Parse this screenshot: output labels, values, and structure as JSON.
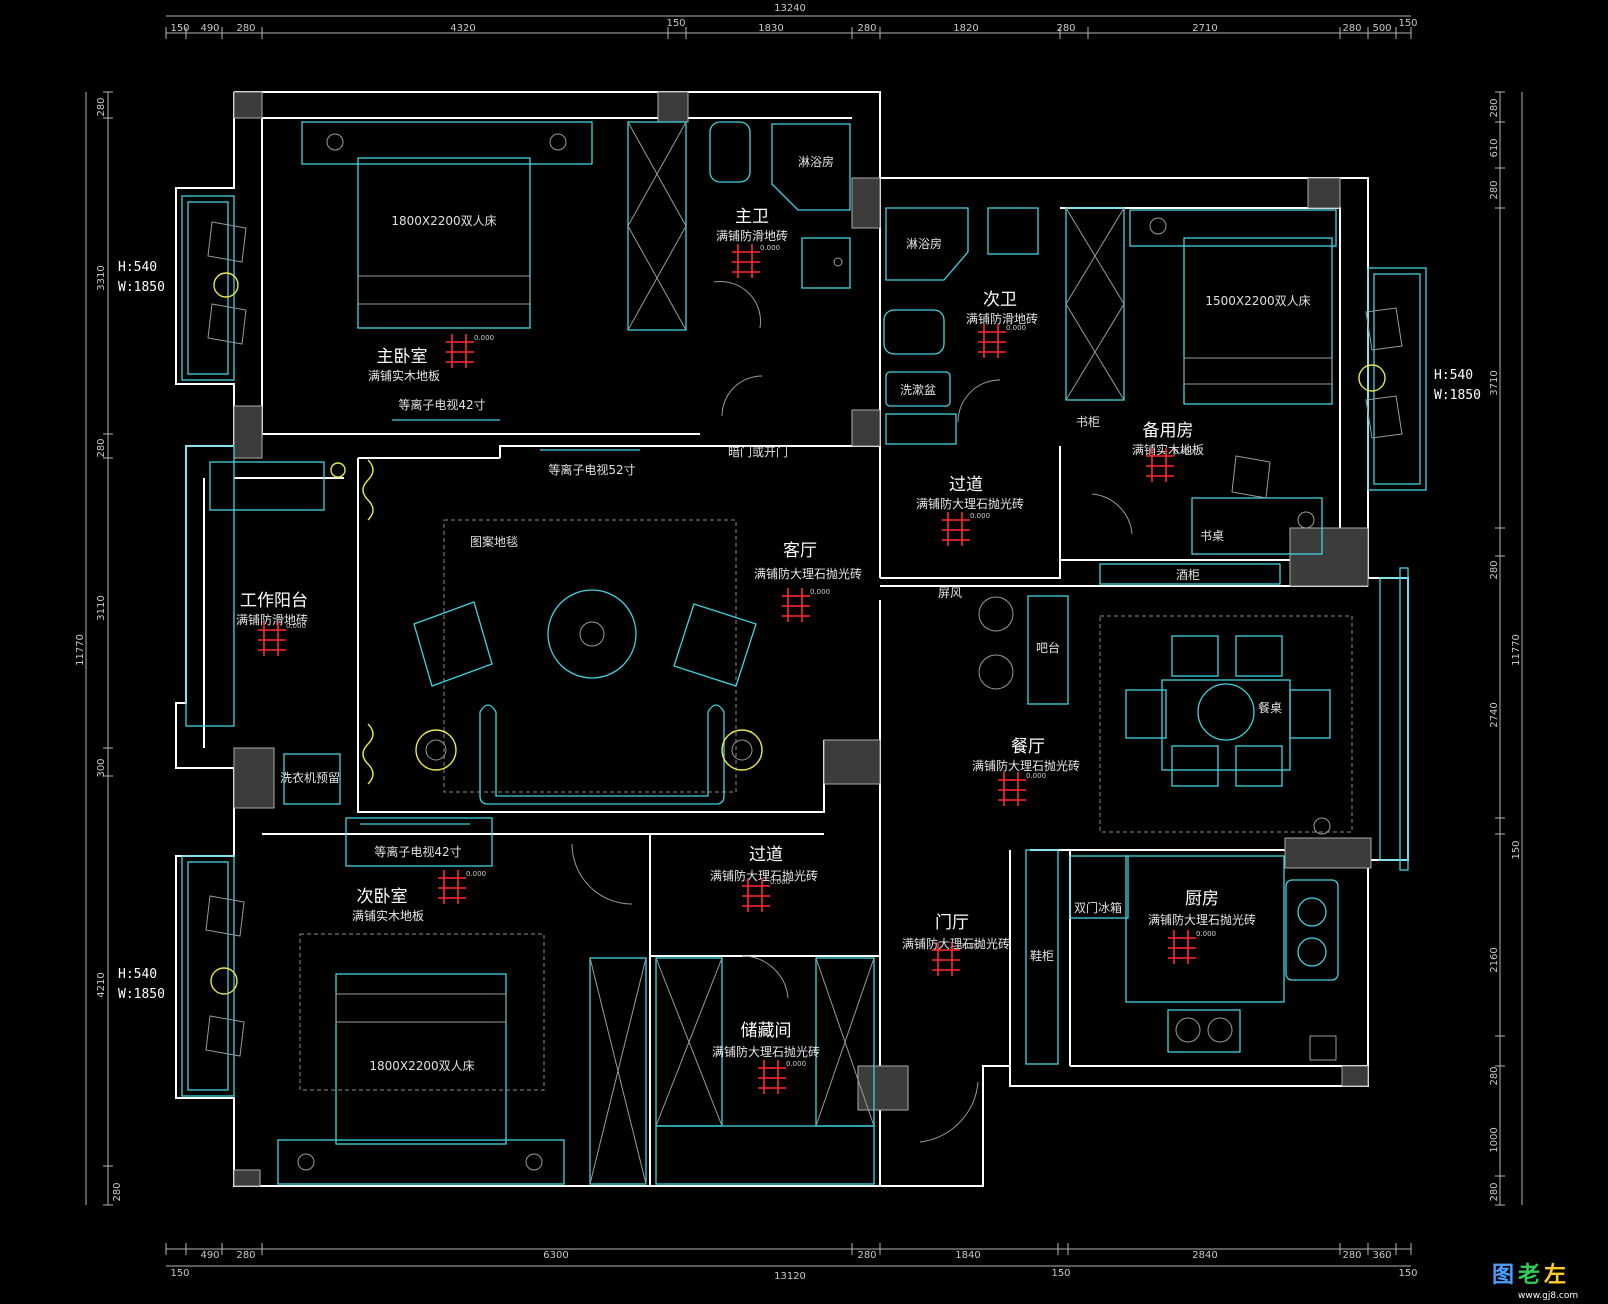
{
  "dimensions": {
    "top_overall": "13240",
    "top_segments": [
      "150",
      "490",
      "280",
      "4320",
      "150",
      "1830",
      "280",
      "1820",
      "280",
      "2710",
      "280",
      "500",
      "150"
    ],
    "bottom_overall": "13120",
    "bottom_segments": [
      "150",
      "490",
      "280",
      "6300",
      "280",
      "1840",
      "150",
      "2840",
      "280",
      "360",
      "150"
    ],
    "left_overall": "11770",
    "left_segments": [
      "280",
      "3310",
      "280",
      "3110",
      "300",
      "4210",
      "280"
    ],
    "right_overall": "11770",
    "right_segments": [
      "280",
      "610",
      "280",
      "3710",
      "280",
      "2740",
      "150",
      "2160",
      "280",
      "1000",
      "280"
    ]
  },
  "windows": {
    "left_top": {
      "h": "H:540",
      "w": "W:1850"
    },
    "left_bottom": {
      "h": "H:540",
      "w": "W:1850"
    },
    "right": {
      "h": "H:540",
      "w": "W:1850"
    }
  },
  "rooms": [
    {
      "name": "主卧室",
      "floor": "满铺实木地板"
    },
    {
      "name": "主卫",
      "floor": "满铺防滑地砖"
    },
    {
      "name": "次卫",
      "floor": "满铺防滑地砖"
    },
    {
      "name": "备用房",
      "floor": "满铺实木地板"
    },
    {
      "name": "过道",
      "floor": "满铺防大理石抛光砖"
    },
    {
      "name": "客厅",
      "floor": "满铺防大理石抛光砖"
    },
    {
      "name": "工作阳台",
      "floor": "满铺防滑地砖"
    },
    {
      "name": "餐厅",
      "floor": "满铺防大理石抛光砖"
    },
    {
      "name": "过道",
      "floor": "满铺防大理石抛光砖"
    },
    {
      "name": "次卧室",
      "floor": "满铺实木地板"
    },
    {
      "name": "门厅",
      "floor": "满铺防大理石抛光砖"
    },
    {
      "name": "厨房",
      "floor": "满铺防大理石抛光砖"
    },
    {
      "name": "储藏间",
      "floor": "满铺防大理石抛光砖"
    }
  ],
  "labels": {
    "bed_master": "1800X2200双人床",
    "bed_spare": "1500X2200双人床",
    "bed_second": "1800X2200双人床",
    "shower_master": "淋浴房",
    "shower_second": "淋浴房",
    "basin": "洗漱盆",
    "tv_master": "等离子电视42寸",
    "tv_living": "等离子电视52寸",
    "tv_second": "等离子电视42寸",
    "hidden_door": "暗门或开门",
    "carpet": "图案地毯",
    "bookshelf": "书柜",
    "desk": "书桌",
    "wine_cabinet": "酒柜",
    "screen": "屏风",
    "bar": "吧台",
    "dining_table": "餐桌",
    "washer": "洗衣机预留",
    "fridge": "双门冰箱",
    "shoe_cabinet": "鞋柜",
    "elev": "0.000"
  },
  "watermark": {
    "logo": "图老左",
    "site": "www.gj8.com"
  }
}
